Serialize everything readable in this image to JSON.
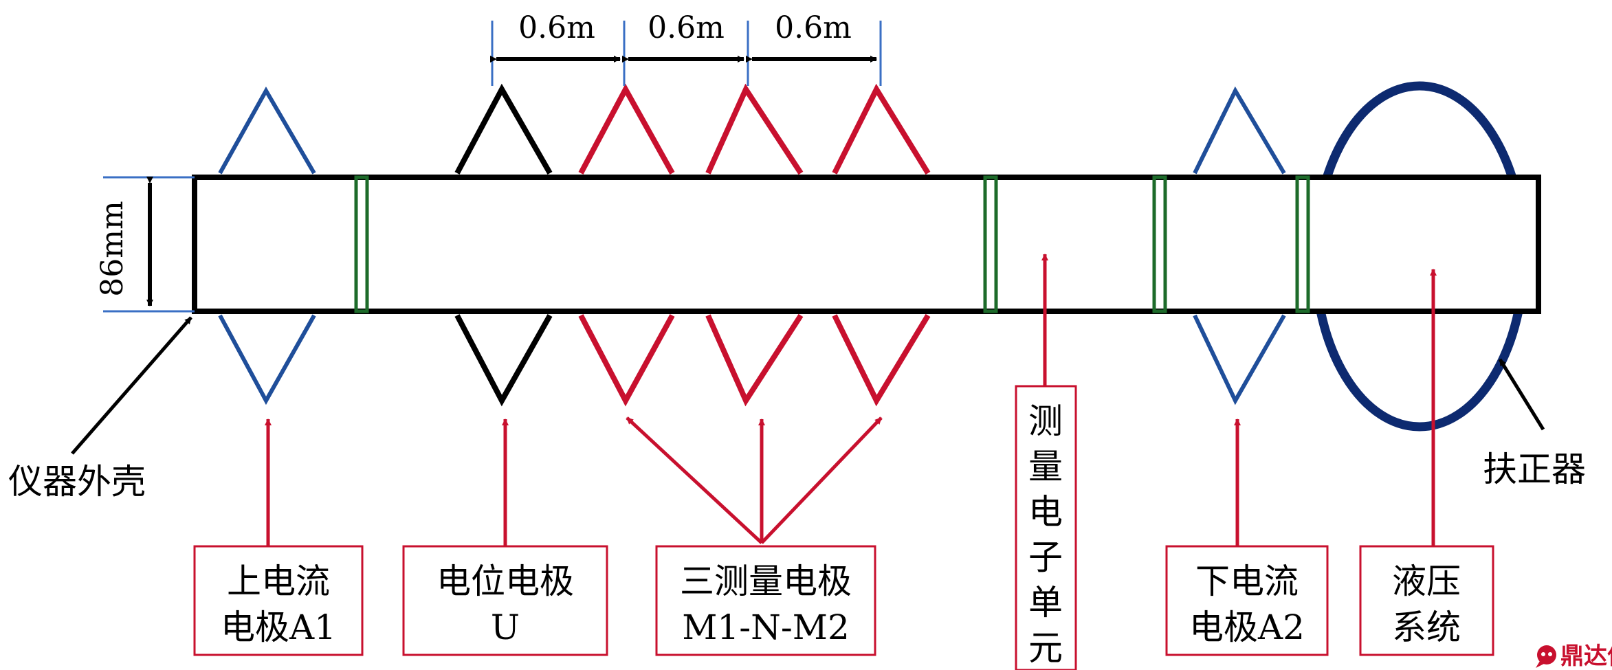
{
  "dimensions": {
    "spacing_1": "0.6m",
    "spacing_2": "0.6m",
    "spacing_3": "0.6m",
    "diameter": "86mm"
  },
  "labels": {
    "housing": "仪器外壳",
    "centralizer": "扶正器",
    "upper_current_electrode": [
      "上电流",
      "电极A1"
    ],
    "potential_electrode": [
      "电位电极",
      "U"
    ],
    "measure_electrodes": [
      "三测量电极",
      "M1-N-M2"
    ],
    "measurement_unit": [
      "测",
      "量",
      "电",
      "子",
      "单",
      "元"
    ],
    "lower_current_electrode": [
      "下电流",
      "电极A2"
    ],
    "hydraulic_system": [
      "液压",
      "系统"
    ]
  },
  "watermark": {
    "text": "鼎达信",
    "icon": "speech-bubble-logo-icon"
  },
  "colors": {
    "tool_body": "#000000",
    "current_electrode": "#1f4e9a",
    "potential_electrode": "#000000",
    "measure_electrode": "#c8102e",
    "insulator": "#1d6b2a",
    "centralizer": "#0d2a70",
    "callout": "#c8102e",
    "dimension_tick": "#3a6fc4"
  }
}
